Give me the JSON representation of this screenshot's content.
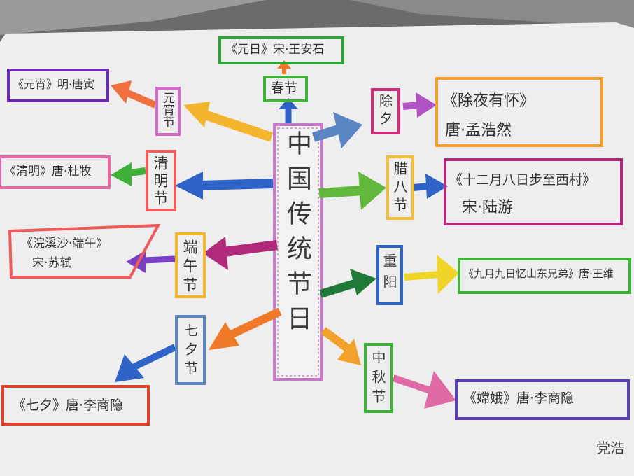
{
  "center": "中国传统节日",
  "festivals": {
    "chunjie": "春节",
    "yuanxiao": "元宵节",
    "qingming": "清明节",
    "duanwu": "端午节",
    "qixi": "七夕节",
    "chuxi": "除夕",
    "laba": "腊八节",
    "chongyang": "重阳",
    "zhongqiu": "中秋节"
  },
  "poems": {
    "chunjie": "《元日》宋·王安石",
    "yuanxiao": "《元宵》明·唐寅",
    "qingming": "《清明》唐·杜牧",
    "duanwu_title": "《浣溪沙·端午》",
    "duanwu_author": "宋·苏轼",
    "qixi": "《七夕》唐·李商隐",
    "chuxi_title": "《除夜有怀》",
    "chuxi_author": "唐·孟浩然",
    "laba_title": "《十二月八日步至西村》",
    "laba_author": "宋·陆游",
    "chongyang": "《九月九日忆山东兄弟》唐·王维",
    "zhongqiu": "《嫦娥》唐·李商隐"
  },
  "signature": "党浩"
}
